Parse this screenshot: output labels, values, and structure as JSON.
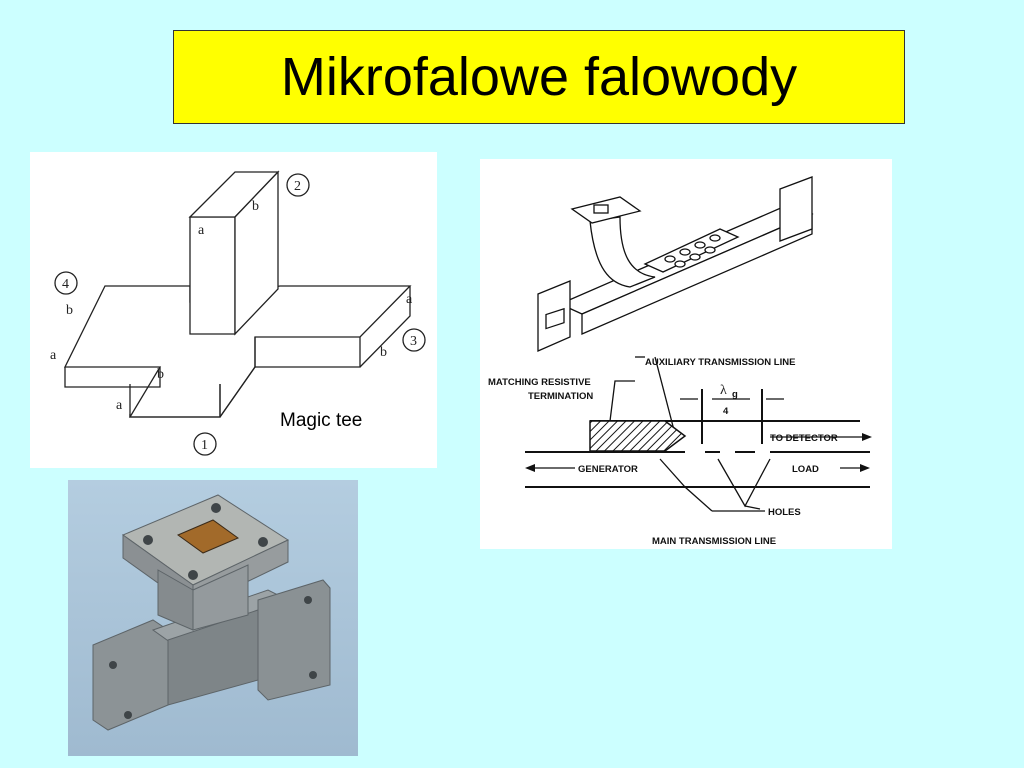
{
  "title": "Mikrofalowe falowody",
  "magic_tee": {
    "caption": "Magic tee",
    "ports": [
      "1",
      "2",
      "3",
      "4"
    ],
    "dims": {
      "a": "a",
      "b": "b"
    }
  },
  "coupler": {
    "labels": {
      "auxiliary": "AUXILIARY TRANSMISSION LINE",
      "matching_1": "MATCHING RESISTIVE",
      "matching_2": "TERMINATION",
      "lambda": "λ",
      "lambda_sub": "g",
      "four": "4",
      "to_detector": "TO DETECTOR",
      "generator": "GENERATOR",
      "load": "LOAD",
      "holes": "HOLES",
      "main": "MAIN TRANSMISSION LINE"
    }
  },
  "colors": {
    "background": "#ccffff",
    "title_fill": "#ffff00"
  }
}
